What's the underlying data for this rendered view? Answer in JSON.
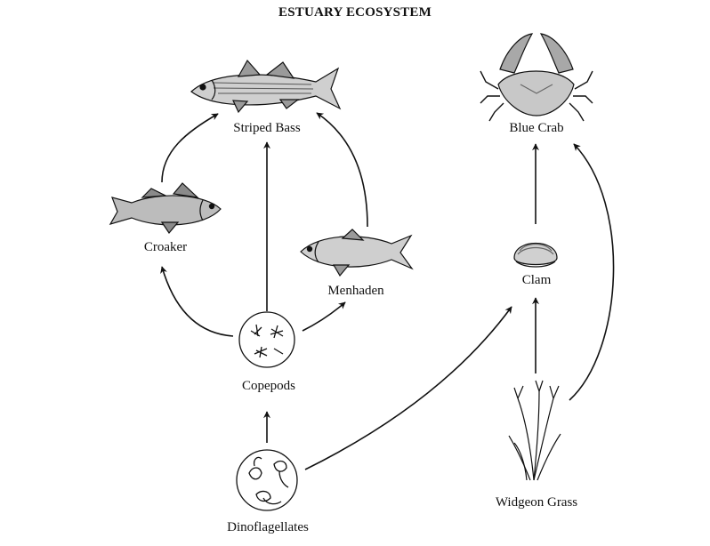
{
  "title": "ESTUARY ECOSYSTEM",
  "organisms": {
    "striped_bass": "Striped Bass",
    "blue_crab": "Blue Crab",
    "croaker": "Croaker",
    "menhaden": "Menhaden",
    "clam": "Clam",
    "copepods": "Copepods",
    "dinoflagellates": "Dinoflagellates",
    "widgeon_grass": "Widgeon Grass"
  },
  "relationships": [
    {
      "from": "copepods",
      "to": "croaker"
    },
    {
      "from": "copepods",
      "to": "striped_bass"
    },
    {
      "from": "copepods",
      "to": "menhaden"
    },
    {
      "from": "croaker",
      "to": "striped_bass"
    },
    {
      "from": "menhaden",
      "to": "striped_bass"
    },
    {
      "from": "dinoflagellates",
      "to": "copepods"
    },
    {
      "from": "dinoflagellates",
      "to": "clam"
    },
    {
      "from": "widgeon_grass",
      "to": "clam"
    },
    {
      "from": "widgeon_grass",
      "to": "blue_crab"
    },
    {
      "from": "clam",
      "to": "blue_crab"
    }
  ],
  "icons": [
    "striped-bass-icon",
    "croaker-icon",
    "menhaden-icon",
    "blue-crab-icon",
    "clam-icon",
    "copepods-icon",
    "dinoflagellates-icon",
    "widgeon-grass-icon"
  ]
}
